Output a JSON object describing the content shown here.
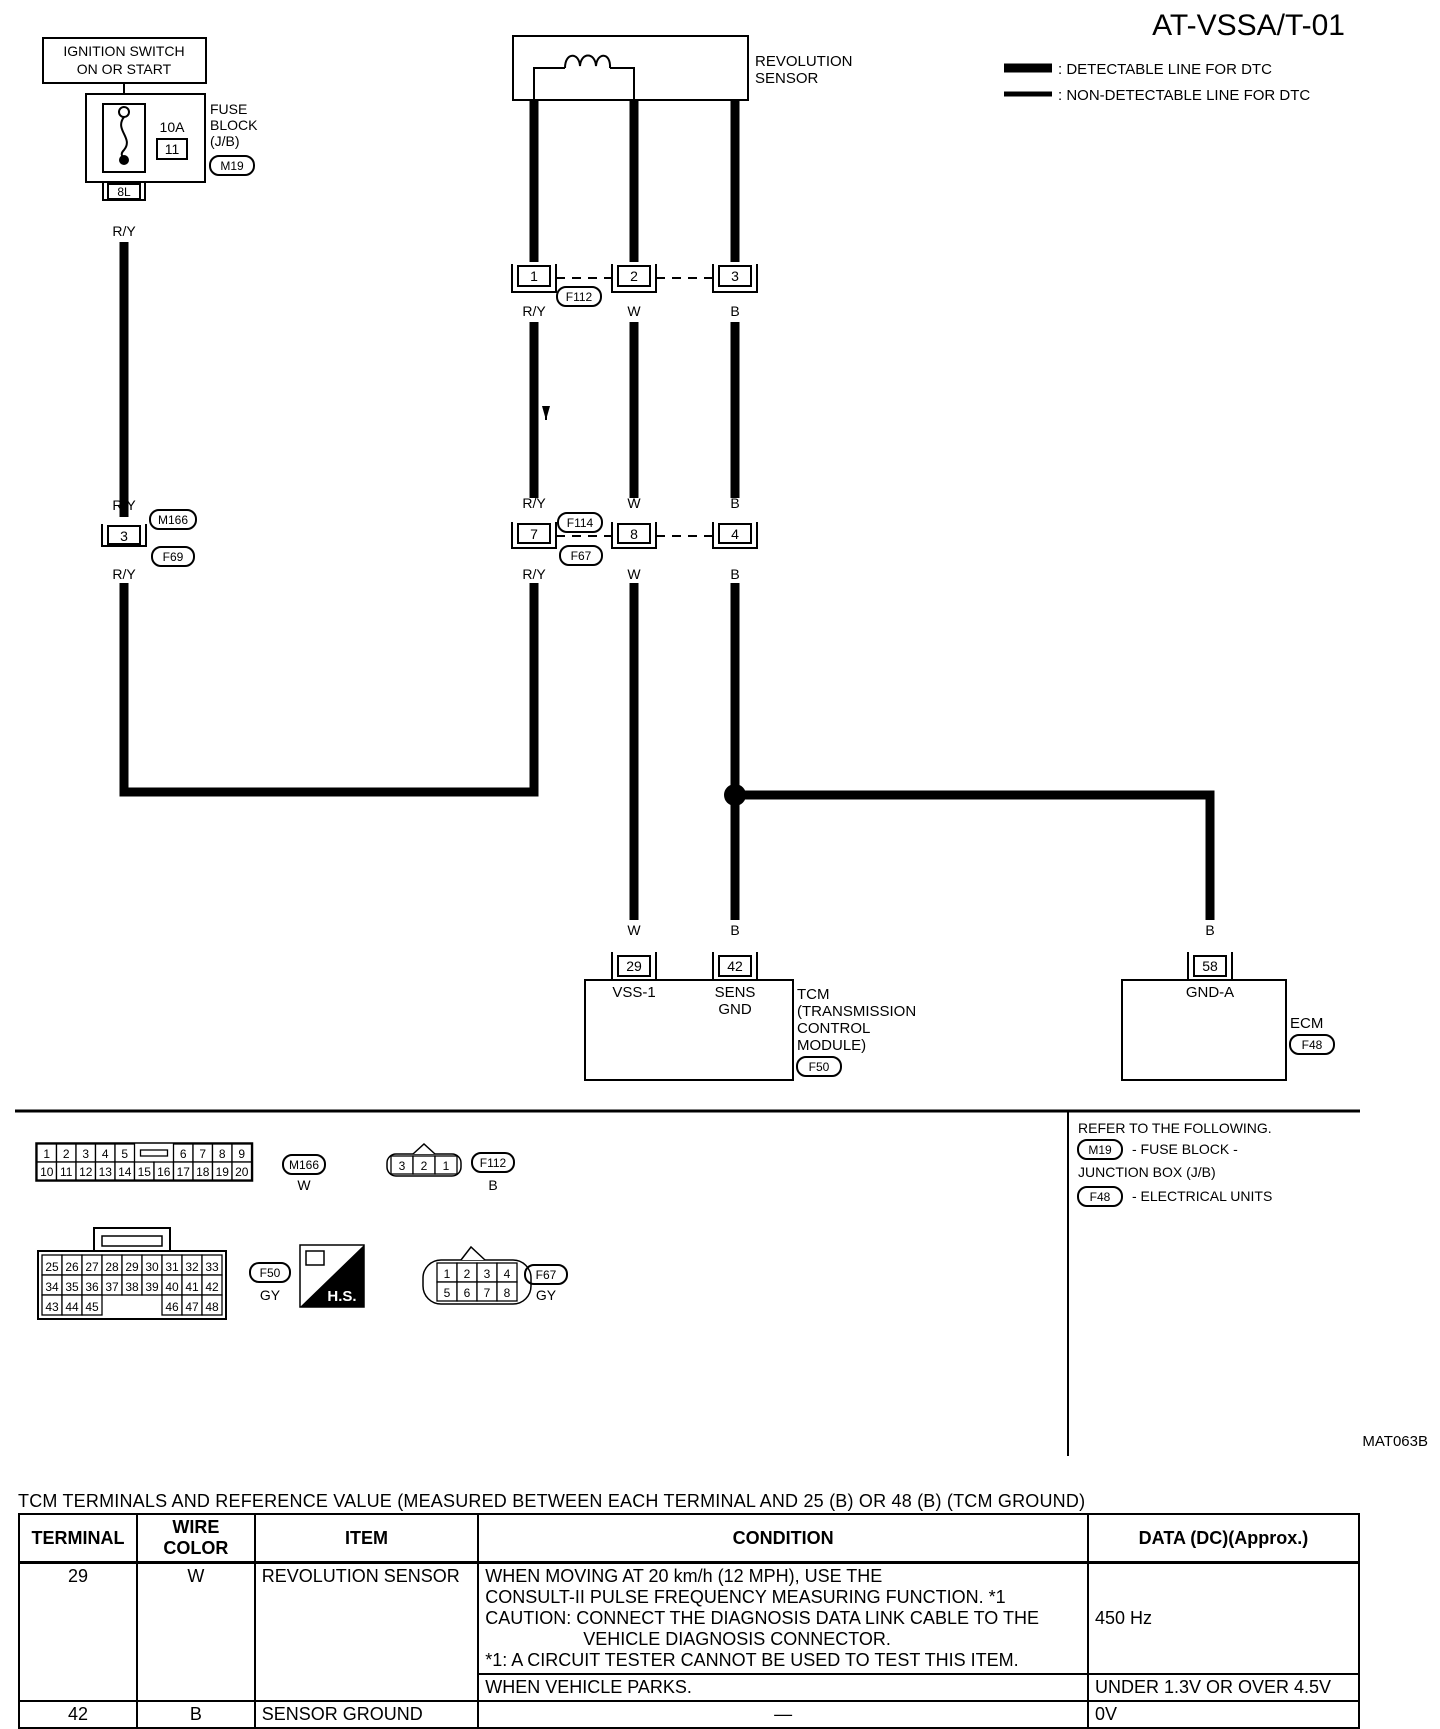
{
  "diagram": {
    "code": "AT-VSSA/T-01",
    "figure_id": "MAT063B",
    "legend": [
      {
        "style": "thick",
        "label": ": DETECTABLE LINE FOR DTC"
      },
      {
        "style": "thin",
        "label": ": NON-DETECTABLE LINE FOR DTC"
      }
    ],
    "ignition_switch": {
      "line1": "IGNITION SWITCH",
      "line2": "ON OR START"
    },
    "fuse_block": {
      "amperage": "10A",
      "fuse_no": "11",
      "label_lines": [
        "FUSE",
        "BLOCK",
        "(J/B)"
      ],
      "connector": "M19",
      "terminal": "8L"
    },
    "revolution_sensor": {
      "label_lines": [
        "REVOLUTION",
        "SENSOR"
      ]
    },
    "connectors": {
      "f112": {
        "name": "F112",
        "pins": [
          "1",
          "2",
          "3"
        ]
      },
      "f114_f67": {
        "names": [
          "F114",
          "F67"
        ],
        "pins": [
          "7",
          "8",
          "4"
        ]
      },
      "m166_f69": {
        "names": [
          "M166",
          "F69"
        ],
        "pin": "3"
      }
    },
    "wire_colors": {
      "r_y": "R/Y",
      "w": "W",
      "b": "B"
    },
    "tcm": {
      "label_lines": [
        "TCM",
        "(TRANSMISSION",
        "CONTROL",
        "MODULE)"
      ],
      "connector": "F50",
      "terminals": [
        {
          "pin": "29",
          "name_lines": [
            "VSS-1"
          ]
        },
        {
          "pin": "42",
          "name_lines": [
            "SENS",
            "GND"
          ]
        }
      ]
    },
    "ecm": {
      "label": "ECM",
      "connector": "F48",
      "terminal": {
        "pin": "58",
        "name": "GND-A"
      }
    },
    "refer": {
      "heading": "REFER TO THE FOLLOWING.",
      "items": [
        {
          "connector": "M19",
          "lines": [
            "- FUSE BLOCK -",
            "JUNCTION BOX (J/B)"
          ]
        },
        {
          "connector": "F48",
          "lines": [
            "- ELECTRICAL UNITS"
          ]
        }
      ]
    },
    "connector_faces": {
      "m166": {
        "name": "M166",
        "color": "W",
        "top_pins": [
          "1",
          "2",
          "3",
          "4",
          "5",
          "6",
          "7",
          "8",
          "9"
        ],
        "bottom_pins": [
          "10",
          "11",
          "12",
          "13",
          "14",
          "15",
          "16",
          "17",
          "18",
          "19",
          "20"
        ]
      },
      "f112": {
        "name": "F112",
        "color": "B",
        "pins": [
          "3",
          "2",
          "1"
        ]
      },
      "f50": {
        "name": "F50",
        "color": "GY",
        "rows": [
          [
            "25",
            "26",
            "27",
            "28",
            "29",
            "30",
            "31",
            "32",
            "33"
          ],
          [
            "34",
            "35",
            "36",
            "37",
            "38",
            "39",
            "40",
            "41",
            "42"
          ],
          [
            "43",
            "44",
            "45",
            "46",
            "47",
            "48"
          ]
        ],
        "badge": "H.S."
      },
      "f67": {
        "name": "F67",
        "color": "GY",
        "top_pins": [
          "1",
          "2",
          "3",
          "4"
        ],
        "bottom_pins": [
          "5",
          "6",
          "7",
          "8"
        ]
      }
    }
  },
  "table": {
    "caption": "TCM TERMINALS AND REFERENCE VALUE (MEASURED BETWEEN EACH TERMINAL AND 25 (B) OR 48 (B) (TCM GROUND)",
    "headers": [
      "TERMINAL",
      "WIRE COLOR",
      "ITEM",
      "CONDITION",
      "DATA (DC)(Approx.)"
    ],
    "rows": [
      {
        "terminal": "29",
        "wire_color": "W",
        "item": "REVOLUTION SENSOR",
        "conditions": [
          {
            "lines": [
              "WHEN MOVING AT 20 km/h (12 MPH), USE THE",
              "CONSULT-II PULSE FREQUENCY MEASURING FUNCTION. *1",
              "CAUTION: CONNECT THE DIAGNOSIS DATA LINK CABLE TO THE",
              "VEHICLE DIAGNOSIS CONNECTOR.",
              "*1: A CIRCUIT TESTER CANNOT BE USED TO TEST THIS ITEM."
            ],
            "data": "450 Hz"
          },
          {
            "lines": [
              "WHEN VEHICLE PARKS."
            ],
            "data": "UNDER 1.3V OR OVER 4.5V"
          }
        ]
      },
      {
        "terminal": "42",
        "wire_color": "B",
        "item": "SENSOR GROUND",
        "conditions": [
          {
            "lines": [
              "—"
            ],
            "data": "0V"
          }
        ]
      }
    ]
  }
}
